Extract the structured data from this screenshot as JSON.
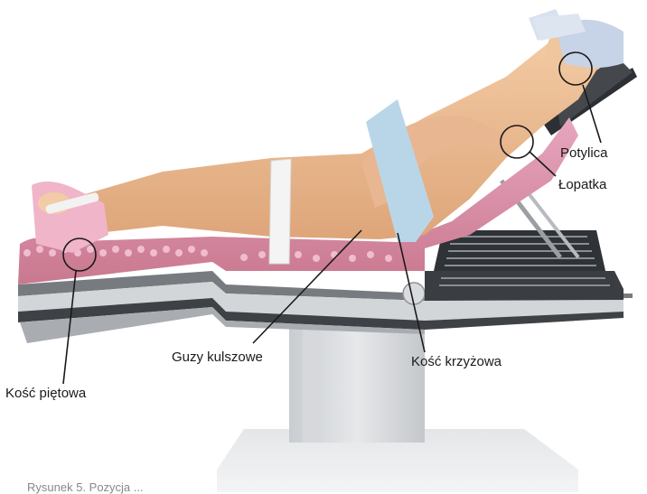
{
  "labels": {
    "potylica": "Potylica",
    "lopatka": "Łopatka",
    "guzy_kulszowe": "Guzy kulszowe",
    "kosc_krzyzowa": "Kość krzyżowa",
    "kosc_pietowa": "Kość piętowa"
  },
  "caption": "Rysunek 5. Pozycja ..."
}
